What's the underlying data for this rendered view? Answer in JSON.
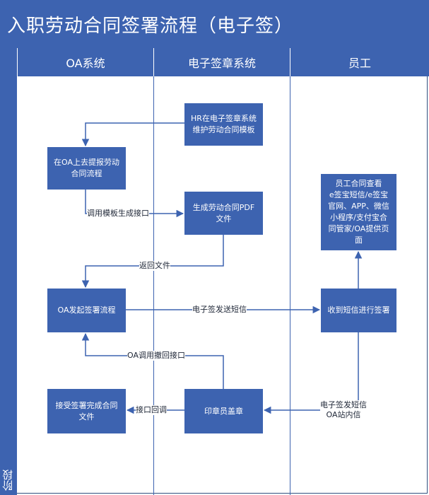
{
  "title": "入职劳动合同签署流程（电子签）",
  "stage_label": "阶段",
  "lanes": [
    "OA系统",
    "电子签章系统",
    "员工"
  ],
  "boxes": {
    "hr_template": "HR在电子签章系统\n维护劳动合同模板",
    "oa_submit": "在OA上去提报劳动\n合同流程",
    "gen_pdf": "生成劳动合同PDF\n文件",
    "oa_sign": "OA发起签署流程",
    "receive_sms": "收到短信进行签署",
    "employee_view": "员工合同查看\ne签宝短信/e签宝\n官网、APP、微信\n小程序/支付宝合\n同管家/OA提供页\n面",
    "seal": "印章员盖章",
    "accept_file": "接受签署完成合同\n文件"
  },
  "labels": {
    "call_template_api": "调用模板生成接口",
    "return_file": "返回文件",
    "esign_send_sms": "电子签发送短信",
    "oa_callback_api": "OA调用撤回接口",
    "api_callback": "接口回调",
    "esign_sms_oa": "电子签发短信\nOA站内信"
  },
  "colors": {
    "primary": "#3d63b0",
    "text_on_primary": "#ffffff"
  }
}
